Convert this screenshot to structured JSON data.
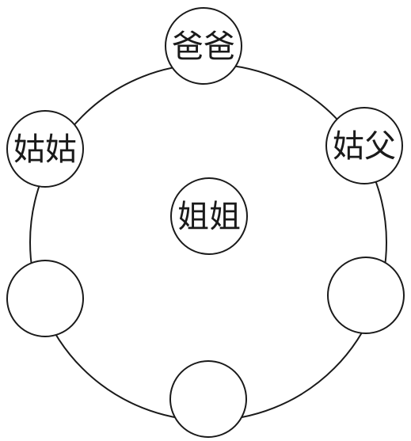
{
  "diagram": {
    "center": {
      "label": "姐姐"
    },
    "nodes": [
      {
        "id": "top",
        "label": "爸爸"
      },
      {
        "id": "upper-right",
        "label": "姑父"
      },
      {
        "id": "lower-right",
        "label": ""
      },
      {
        "id": "bottom",
        "label": ""
      },
      {
        "id": "lower-left",
        "label": ""
      },
      {
        "id": "upper-left",
        "label": "姑姑"
      }
    ]
  }
}
